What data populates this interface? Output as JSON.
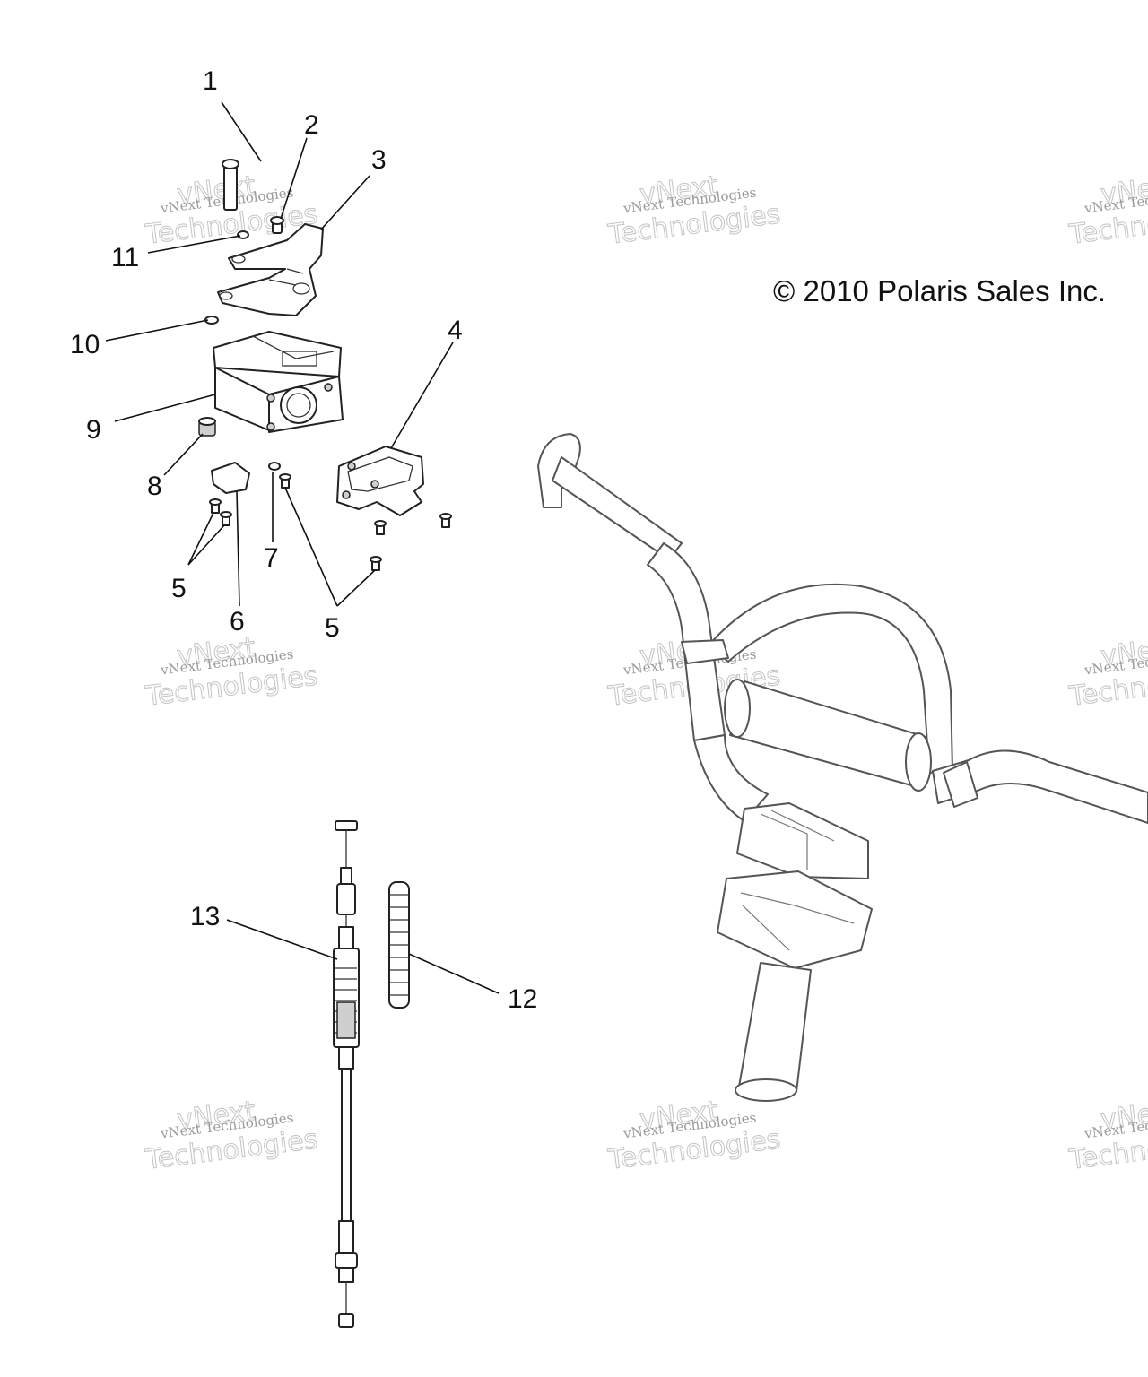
{
  "diagram": {
    "copyright": "© 2010 Polaris Sales Inc.",
    "callouts": [
      {
        "id": "c1",
        "label": "1"
      },
      {
        "id": "c2",
        "label": "2"
      },
      {
        "id": "c3",
        "label": "3"
      },
      {
        "id": "c4",
        "label": "4"
      },
      {
        "id": "c5a",
        "label": "5"
      },
      {
        "id": "c5b",
        "label": "5"
      },
      {
        "id": "c6",
        "label": "6"
      },
      {
        "id": "c7",
        "label": "7"
      },
      {
        "id": "c8",
        "label": "8"
      },
      {
        "id": "c9",
        "label": "9"
      },
      {
        "id": "c10",
        "label": "10"
      },
      {
        "id": "c11",
        "label": "11"
      },
      {
        "id": "c12",
        "label": "12"
      },
      {
        "id": "c13",
        "label": "13"
      }
    ],
    "watermark": {
      "line1": "vNext Technologies",
      "line2": "Technologies",
      "line3": "vNext"
    }
  },
  "colors": {
    "ink": "#111111",
    "watermark": "#9a9a9a",
    "handlebar": "#555555"
  }
}
